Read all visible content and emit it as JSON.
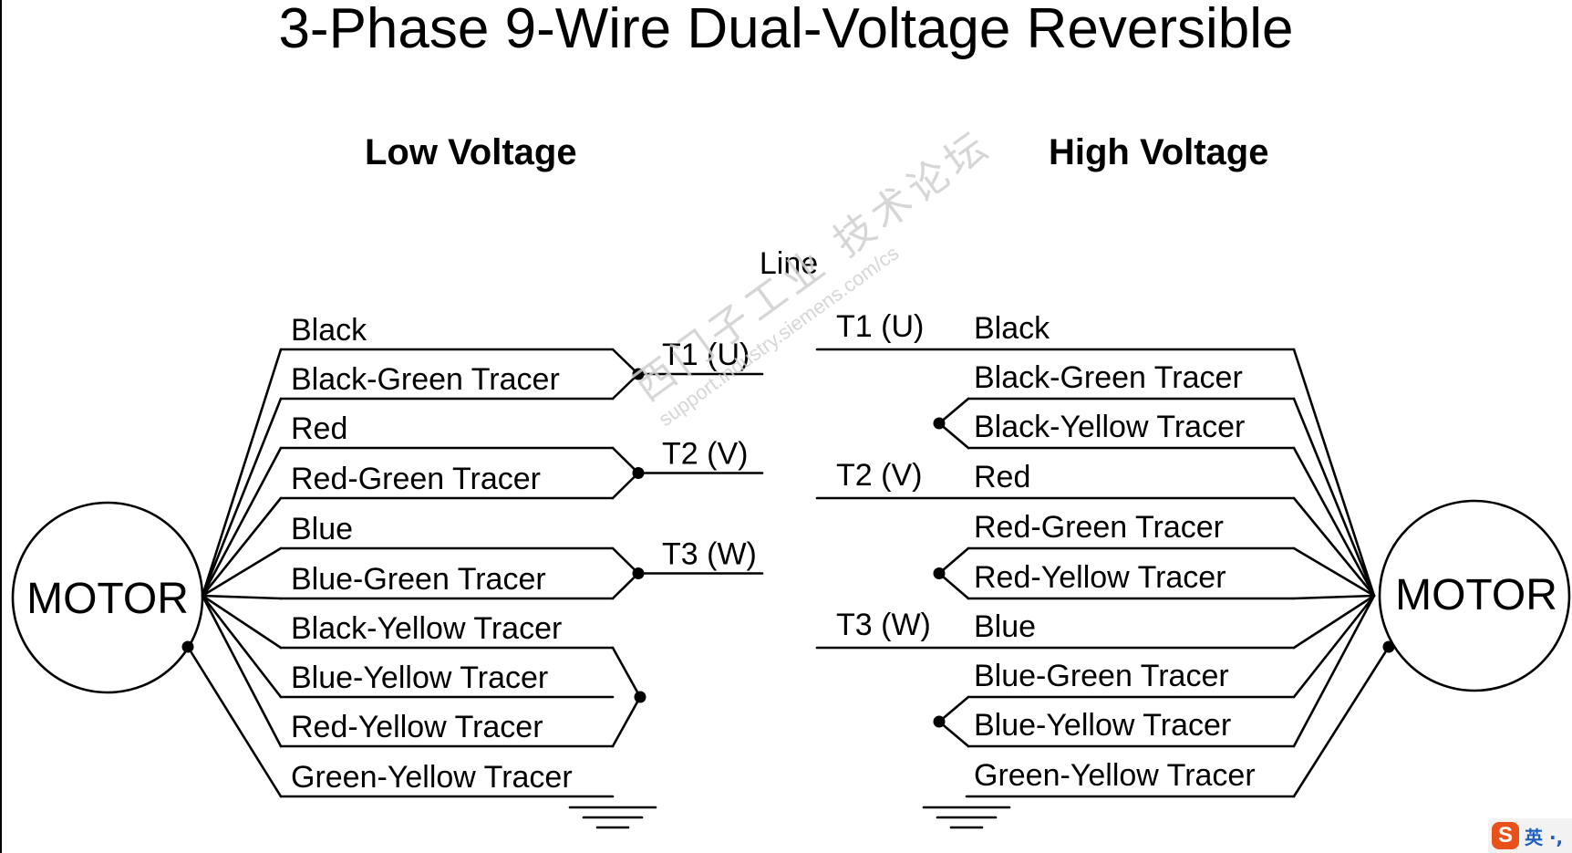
{
  "title": "3-Phase 9-Wire Dual-Voltage Reversible",
  "low": {
    "heading": "Low Voltage",
    "wires": [
      "Black",
      "Black-Green Tracer",
      "Red",
      "Red-Green Tracer",
      "Blue",
      "Blue-Green Tracer",
      "Black-Yellow Tracer",
      "Blue-Yellow Tracer",
      "Red-Yellow Tracer",
      "Green-Yellow Tracer"
    ],
    "terminals": [
      "T1 (U)",
      "T2 (V)",
      "T3 (W)"
    ],
    "motor": "MOTOR"
  },
  "high": {
    "heading": "High Voltage",
    "wires": [
      "Black",
      "Black-Green Tracer",
      "Black-Yellow Tracer",
      "Red",
      "Red-Green Tracer",
      "Red-Yellow Tracer",
      "Blue",
      "Blue-Green Tracer",
      "Blue-Yellow Tracer",
      "Green-Yellow Tracer"
    ],
    "terminals": [
      "T1 (U)",
      "T2 (V)",
      "T3 (W)"
    ],
    "motor": "MOTOR"
  },
  "line_label": "Line",
  "watermark": {
    "cn": "西门子工业 技术论坛",
    "url": "support.industry.siemens.com/cs"
  },
  "ime": {
    "logo": "S",
    "text": "英 ·,"
  }
}
